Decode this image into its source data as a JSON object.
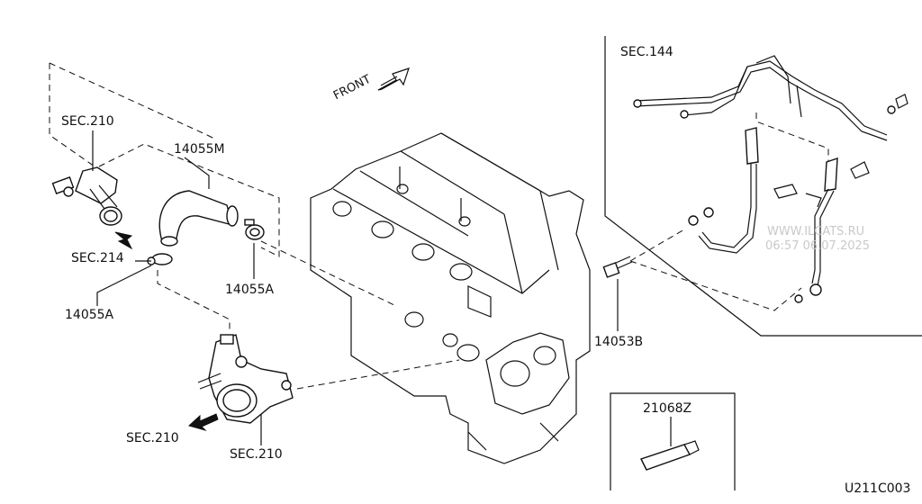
{
  "labels": {
    "sec144": "SEC.144",
    "sec210_top": "SEC.210",
    "p14055M": "14055M",
    "sec214": "SEC.214",
    "p14055A_left": "14055A",
    "p14055A_right": "14055A",
    "p14053B": "14053B",
    "sec210_bottom_left": "SEC.210",
    "sec210_bottom": "SEC.210",
    "p21068Z": "21068Z",
    "front": "FRONT",
    "diagram_code": "U211C003"
  },
  "watermark": {
    "site": "WWW.ILCATS.RU",
    "timestamp": "06:57 06.07.2025"
  },
  "colors": {
    "line": "#111111",
    "watermark": "#c9c9c9",
    "background": "#ffffff"
  }
}
